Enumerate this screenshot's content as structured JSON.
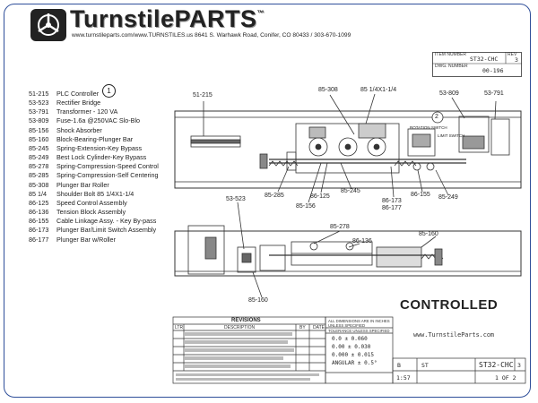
{
  "header": {
    "brand": "TurnstilePARTS",
    "trademark": "™",
    "contact": "www.turnstileparts.com/www.TURNSTILES.us 8641 S. Warhawk Road, Conifer, CO 80433 / 303-670-1099"
  },
  "title_block_top": {
    "part_number_label": "ITEM NUMBER",
    "part_number": "ST32-CHC",
    "rev_label": "REV",
    "rev": "3",
    "dwg_number_label": "DWG. NUMBER",
    "dwg_number": "00-196"
  },
  "legend": {
    "circle_number": "1",
    "items": [
      {
        "code": "51-215",
        "desc": "PLC Controller"
      },
      {
        "code": "53-523",
        "desc": "Rectifier Bridge"
      },
      {
        "code": "53-791",
        "desc": "Transformer - 120 VA"
      },
      {
        "code": "53-809",
        "desc": "Fuse-1.6a @250VAC Slo-Blo"
      },
      {
        "code": "85-156",
        "desc": "Shock Absorber"
      },
      {
        "code": "85-160",
        "desc": "Block-Bearing-Plunger Bar"
      },
      {
        "code": "85-245",
        "desc": "Spring-Extension-Key Bypass"
      },
      {
        "code": "85-249",
        "desc": "Best Lock Cylinder-Key Bypass"
      },
      {
        "code": "85-278",
        "desc": "Spring-Compression-Speed Control"
      },
      {
        "code": "85-285",
        "desc": "Spring-Compression-Self Centering"
      },
      {
        "code": "85-308",
        "desc": "Plunger Bar Roller"
      },
      {
        "code": "85 1/4",
        "desc": "Shoulder Bolt  85 1/4X1-1/4"
      },
      {
        "code": "86-125",
        "desc": "Speed Control Assembly"
      },
      {
        "code": "86-136",
        "desc": "Tension Block Assembly"
      },
      {
        "code": "86-155",
        "desc": "Cable Linkage Assy. - Key By-pass"
      },
      {
        "code": "86-173",
        "desc": "Plunger Bar/Limit Switch Assembly"
      },
      {
        "code": "86-177",
        "desc": "Plunger Bar w/Roller"
      }
    ]
  },
  "callouts": {
    "top_view": [
      "51-215",
      "85-308",
      "85 1/4X1-1/4",
      "53-809",
      "53-791",
      "85-285",
      "85-156",
      "86-125",
      "85-245",
      "86-173",
      "86-177",
      "86-155",
      "85-249"
    ],
    "circle_two": "2",
    "rotation_switch": "ROTATION SWITCH",
    "limit_switch": "LIMIT SWITCH",
    "bottom_view": [
      "53-523",
      "85-278",
      "86-136",
      "85-160",
      "85-160"
    ]
  },
  "stamp": "CONTROLLED",
  "website": "www.TurnstileParts.com",
  "revisions": {
    "title": "REVISIONS",
    "columns": [
      "LTR",
      "DESCRIPTION",
      "BY",
      "DATE"
    ]
  },
  "tolerances": {
    "heading": "ALL DIMENSIONS ARE IN INCHES UNLESS SPECIFIED",
    "sub": "TOLERANCE UNLESS SPECIFIED",
    "rows": [
      "0.0   ±  0.060",
      "0.00  ±  0.030",
      "0.000 ±  0.015",
      "ANGULAR ± 0.5°"
    ]
  },
  "title_block_bottom": {
    "part": "ST32-CHC",
    "rev": "3",
    "size": "B",
    "scale": "1:57",
    "sheet": "1 OF 2",
    "st": "ST"
  }
}
